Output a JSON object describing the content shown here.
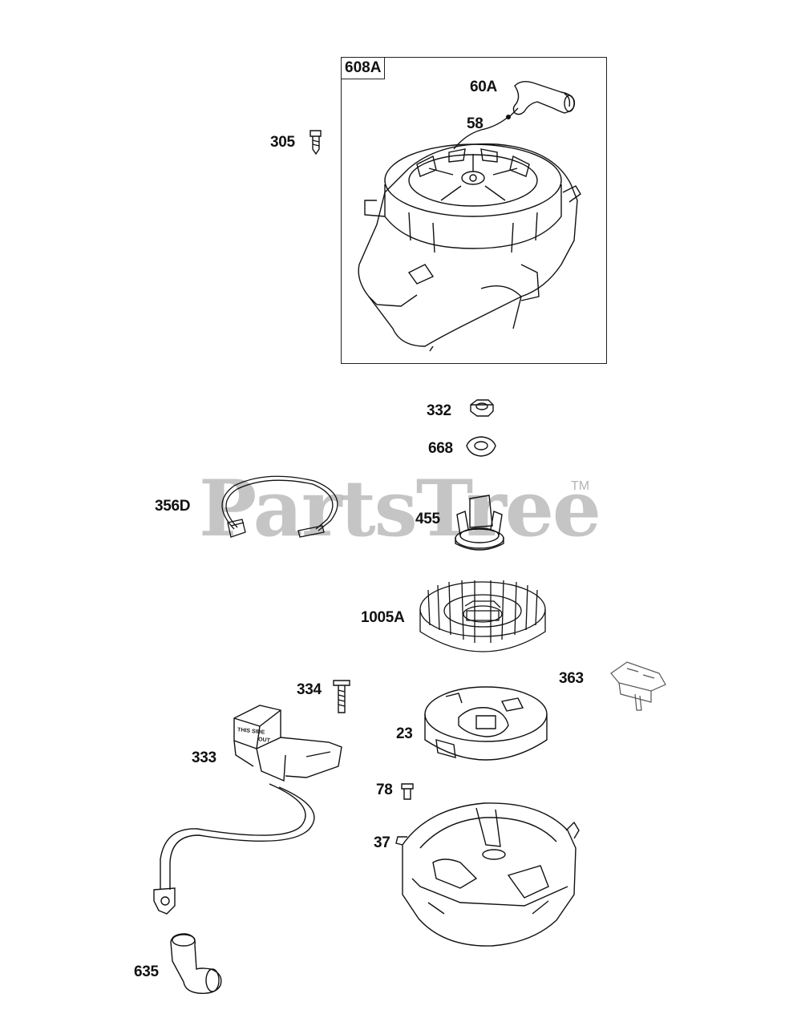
{
  "watermark": {
    "brand": "PartsTree",
    "trademark": "TM"
  },
  "assembly": {
    "label": "608A"
  },
  "callouts": {
    "p60A": "60A",
    "p58": "58",
    "p305": "305",
    "p332": "332",
    "p668": "668",
    "p356D": "356D",
    "p455": "455",
    "p1005A": "1005A",
    "p363": "363",
    "p334": "334",
    "p23": "23",
    "p333": "333",
    "p78": "78",
    "p37": "37",
    "p635": "635"
  },
  "coil_print": {
    "line1": "THIS SIDE",
    "line2": "OUT"
  }
}
